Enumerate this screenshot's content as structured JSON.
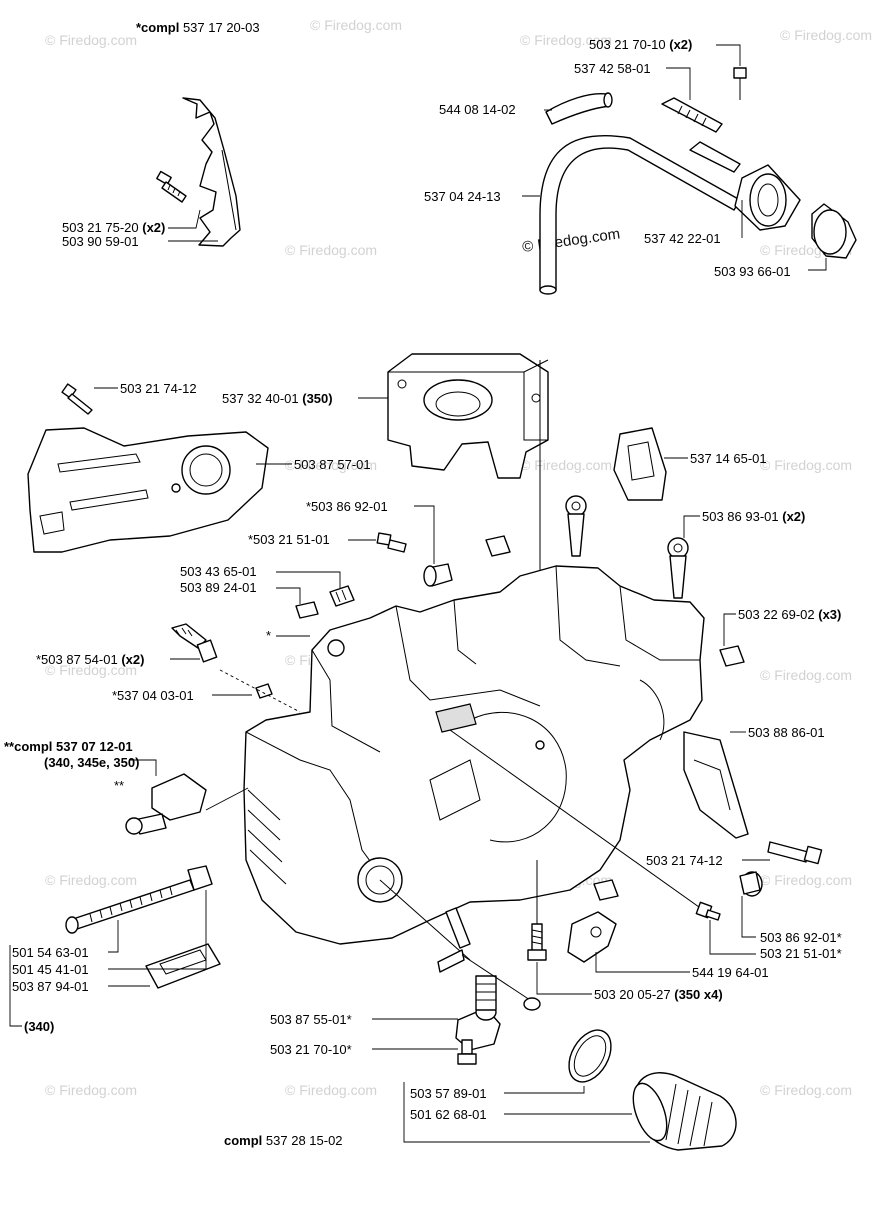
{
  "watermark": {
    "text": "© Firedog.com"
  },
  "groups": {
    "top_handguard": "*compl 537 17 20-03",
    "carb_kit": "**compl 537 07 12-01",
    "carb_models": "(340, 345e, 350)",
    "bottom_compl": "compl 537 28 15-02",
    "model_340": "(340)"
  },
  "labels": [
    {
      "id": "p01",
      "number": "503 21 70-10",
      "qty": "(x2)"
    },
    {
      "id": "p02",
      "number": "537 42 58-01",
      "qty": ""
    },
    {
      "id": "p03",
      "number": "544 08 14-02",
      "qty": ""
    },
    {
      "id": "p04",
      "number": "537 04 24-13",
      "qty": ""
    },
    {
      "id": "p05",
      "number": "537 42 22-01",
      "qty": ""
    },
    {
      "id": "p06",
      "number": "503 93 66-01",
      "qty": ""
    },
    {
      "id": "p07",
      "number": "503 21 75-20",
      "qty": "(x2)"
    },
    {
      "id": "p08",
      "number": "503 90 59-01",
      "qty": ""
    },
    {
      "id": "p09",
      "number": "503 21 74-12",
      "qty": ""
    },
    {
      "id": "p10",
      "number": "537 32 40-01",
      "qty": "(350)"
    },
    {
      "id": "p11",
      "number": "503 87 57-01",
      "qty": ""
    },
    {
      "id": "p12",
      "number": "537 14 65-01",
      "qty": ""
    },
    {
      "id": "p13",
      "number": "*503 86 92-01",
      "qty": ""
    },
    {
      "id": "p14",
      "number": "503 86 93-01",
      "qty": "(x2)"
    },
    {
      "id": "p15",
      "number": "*503 21 51-01",
      "qty": ""
    },
    {
      "id": "p16",
      "number": "503 43 65-01",
      "qty": ""
    },
    {
      "id": "p17",
      "number": "503 89 24-01",
      "qty": ""
    },
    {
      "id": "p18",
      "number": "503 22 69-02",
      "qty": "(x3)"
    },
    {
      "id": "p19",
      "number": "*",
      "qty": ""
    },
    {
      "id": "p20",
      "number": "*503 87 54-01",
      "qty": "(x2)"
    },
    {
      "id": "p21",
      "number": "*537 04 03-01",
      "qty": ""
    },
    {
      "id": "p22",
      "number": "503 88 86-01",
      "qty": ""
    },
    {
      "id": "p23",
      "number": "**",
      "qty": ""
    },
    {
      "id": "p24",
      "number": "503 21 74-12",
      "qty": ""
    },
    {
      "id": "p25",
      "number": "503 86 92-01*",
      "qty": ""
    },
    {
      "id": "p26",
      "number": "503 21 51-01*",
      "qty": ""
    },
    {
      "id": "p27",
      "number": "501 54 63-01",
      "qty": ""
    },
    {
      "id": "p28",
      "number": "501 45 41-01",
      "qty": ""
    },
    {
      "id": "p29",
      "number": "503 87 94-01",
      "qty": ""
    },
    {
      "id": "p30",
      "number": "544 19 64-01",
      "qty": ""
    },
    {
      "id": "p31",
      "number": "503 20 05-27",
      "qty": "(350 x4)"
    },
    {
      "id": "p32",
      "number": "503 87 55-01*",
      "qty": ""
    },
    {
      "id": "p33",
      "number": "503 21 70-10*",
      "qty": ""
    },
    {
      "id": "p34",
      "number": "503 57 89-01",
      "qty": ""
    },
    {
      "id": "p35",
      "number": "501 62 68-01",
      "qty": ""
    }
  ]
}
